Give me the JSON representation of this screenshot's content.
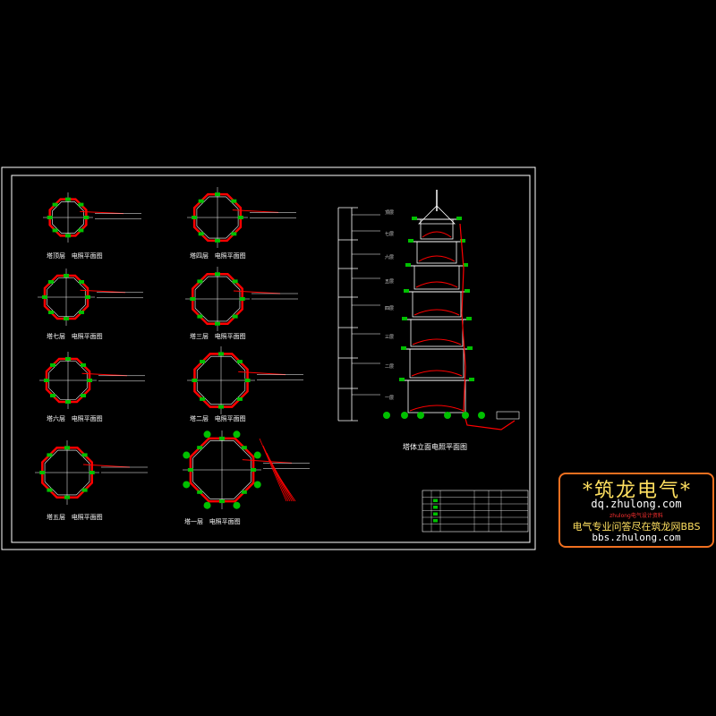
{
  "drawing": {
    "floor_plans": [
      {
        "label": "塔顶层",
        "title": "电照平面图"
      },
      {
        "label": "塔七层",
        "title": "电照平面图"
      },
      {
        "label": "塔六层",
        "title": "电照平面图"
      },
      {
        "label": "塔五层",
        "title": "电照平面图"
      },
      {
        "label": "塔四层",
        "title": "电照平面图"
      },
      {
        "label": "塔三层",
        "title": "电照平面图"
      },
      {
        "label": "塔二层",
        "title": "电照平面图"
      },
      {
        "label": "塔一层",
        "title": "电照平面图"
      }
    ],
    "elevation_title": "塔体立面电照平面图",
    "elevation_floor_labels": [
      "顶层",
      "七层",
      "六层",
      "五层",
      "四层",
      "三层",
      "二层",
      "一层"
    ]
  },
  "watermark": {
    "title": "*筑龙电气*",
    "url_main": "dq.zhulong.com",
    "subtitle": "zhulong电气设计资料",
    "tagline": "电气专业问答尽在筑龙网BBS",
    "url_bbs": "bbs.zhulong.com"
  },
  "colors": {
    "background": "#000000",
    "frame": "#ffffff",
    "octagon": "#ff0000",
    "node": "#00c000",
    "text": "#ffffff",
    "watermark_border": "#f07020",
    "watermark_text": "#ffe060"
  }
}
